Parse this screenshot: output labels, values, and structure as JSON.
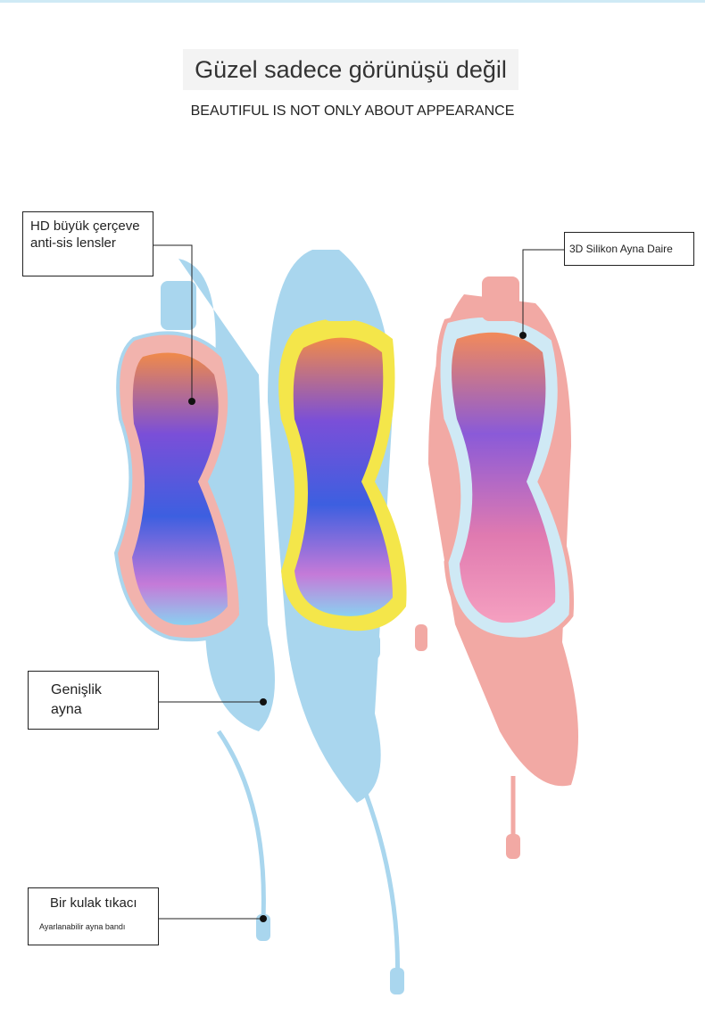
{
  "header": {
    "title": "Güzel sadece görünüşü değil",
    "subtitle": "BEAUTIFUL IS NOT ONLY ABOUT APPEARANCE"
  },
  "callouts": [
    {
      "label": "HD büyük çerçeve anti-sis lensler"
    },
    {
      "label": "3D Silikon Ayna Daire"
    },
    {
      "label": "Genişlik ayna"
    },
    {
      "label": "Bir kulak tıkacı",
      "sublabel": "Ayarlanabilir ayna bandı"
    }
  ],
  "colors": {
    "blue": "#a9d6ee",
    "pink": "#f2a9a4",
    "yellow": "#f4e64a",
    "lens": "#6a4fd0"
  }
}
